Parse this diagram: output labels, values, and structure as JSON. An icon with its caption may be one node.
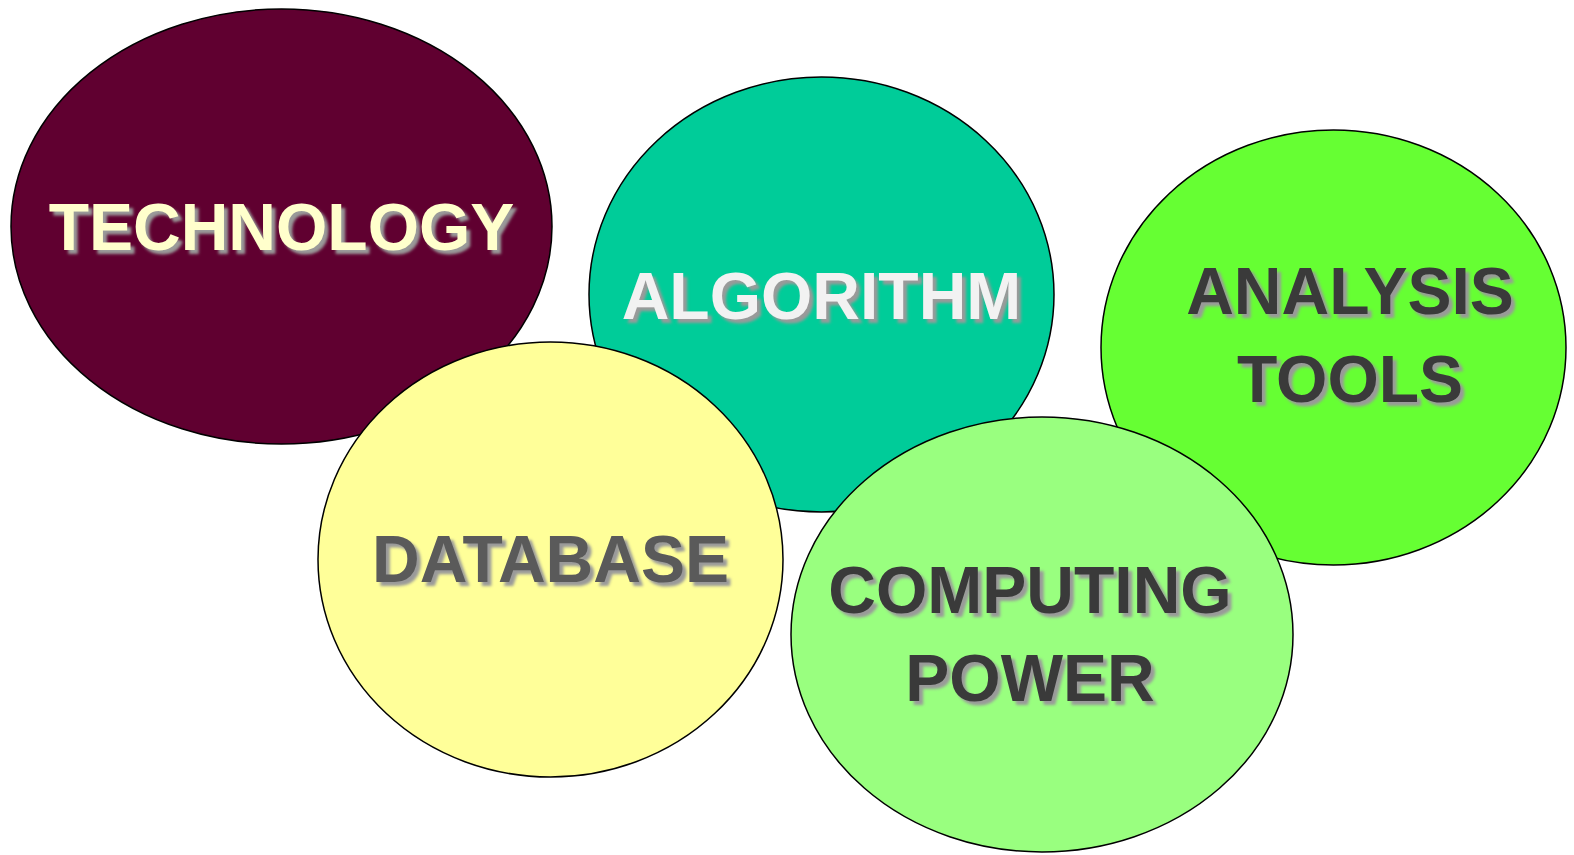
{
  "diagram": {
    "nodes": [
      {
        "text": [
          "TECHNOLOGY"
        ]
      },
      {
        "text": [
          "ALGORITHM"
        ]
      },
      {
        "text": [
          "ANALYSIS TOOLS"
        ]
      },
      {
        "text": [
          "DATABASE"
        ]
      },
      {
        "text": [
          "COMPUTING POWER"
        ]
      }
    ],
    "edges": []
  }
}
